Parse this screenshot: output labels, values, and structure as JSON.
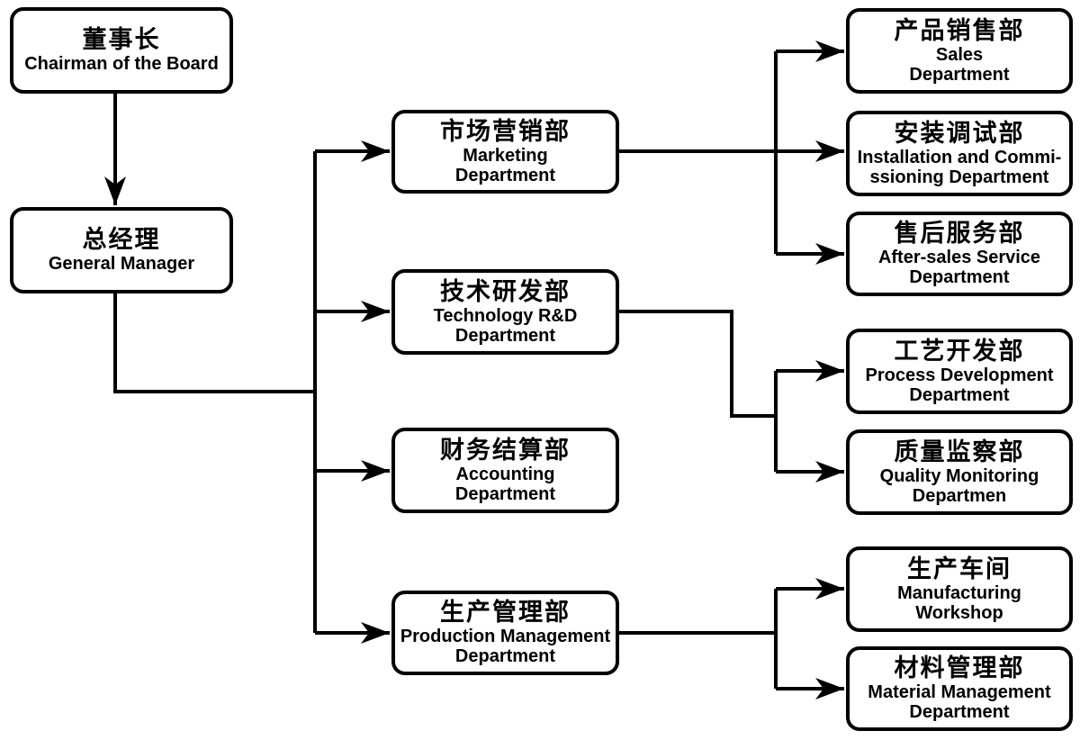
{
  "diagram": {
    "title": "company organization chart",
    "background_color": "#ffffff",
    "line_color": "#000000",
    "box_border_color": "#000000",
    "box_fill_color": "#ffffff",
    "text_color": "#000000"
  },
  "nodes": {
    "chairman": {
      "zh": "董事长",
      "en": "Chairman of the Board"
    },
    "general_manager": {
      "zh": "总经理",
      "en": "General Manager"
    },
    "marketing": {
      "zh": "市场营销部",
      "en": "Marketing\nDepartment"
    },
    "technology_rd": {
      "zh": "技术研发部",
      "en": "Technology R&D\nDepartment"
    },
    "accounting": {
      "zh": "财务结算部",
      "en": "Accounting\nDepartment"
    },
    "production": {
      "zh": "生产管理部",
      "en": "Production Management\nDepartment"
    },
    "sales": {
      "zh": "产品销售部",
      "en": "Sales\nDepartment"
    },
    "installation": {
      "zh": "安装调试部",
      "en": "Installation and Commi-\nssioning Department"
    },
    "after_sales": {
      "zh": "售后服务部",
      "en": "After-sales Service\nDepartment"
    },
    "process_dev": {
      "zh": "工艺开发部",
      "en": "Process Development\nDepartment"
    },
    "quality": {
      "zh": "质量监察部",
      "en": "Quality Monitoring\nDepartmen"
    },
    "workshop": {
      "zh": "生产车间",
      "en": "Manufacturing\nWorkshop"
    },
    "material": {
      "zh": "材料管理部",
      "en": "Material Management\nDepartment"
    }
  }
}
